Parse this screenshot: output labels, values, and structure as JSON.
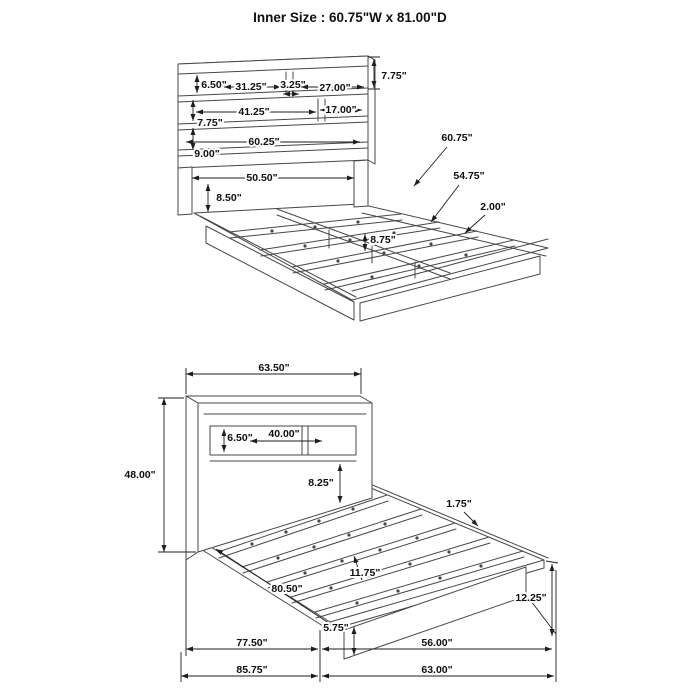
{
  "title": "Inner Size : 60.75\"W x 81.00\"D",
  "front_view": {
    "dims": {
      "headboard_top_section": "7.75\"",
      "shelf1_height": "6.50\"",
      "shelf1_left_width": "31.25\"",
      "shelf1_divider": "3.25\"",
      "shelf1_right_width": "27.00\"",
      "shelf2_left_width": "41.25\"",
      "shelf2_right_width": "17.00\"",
      "shelf2_height": "7.75\"",
      "shelf3_height": "9.00\"",
      "shelf3_width": "60.25\"",
      "leg_opening_width": "50.50\"",
      "leg_height": "8.50\"",
      "inner_width": "60.75\"",
      "slat_length": "54.75\"",
      "rail_ledge": "2.00\"",
      "slat_gap": "8.75\""
    }
  },
  "side_view": {
    "dims": {
      "headboard_width": "63.50\"",
      "headboard_height": "48.00\"",
      "shelf_opening_height": "6.50\"",
      "shelf_opening_width": "40.00\"",
      "headboard_base_height": "8.25\"",
      "rail_ledge": "1.75\"",
      "slat_area_length": "80.50\"",
      "slat_gap": "11.75\"",
      "platform_height": "12.25\"",
      "base_height": "5.75\"",
      "platform_length": "77.50\"",
      "platform_width": "56.00\"",
      "overall_length": "85.75\"",
      "overall_width": "63.00\""
    }
  }
}
